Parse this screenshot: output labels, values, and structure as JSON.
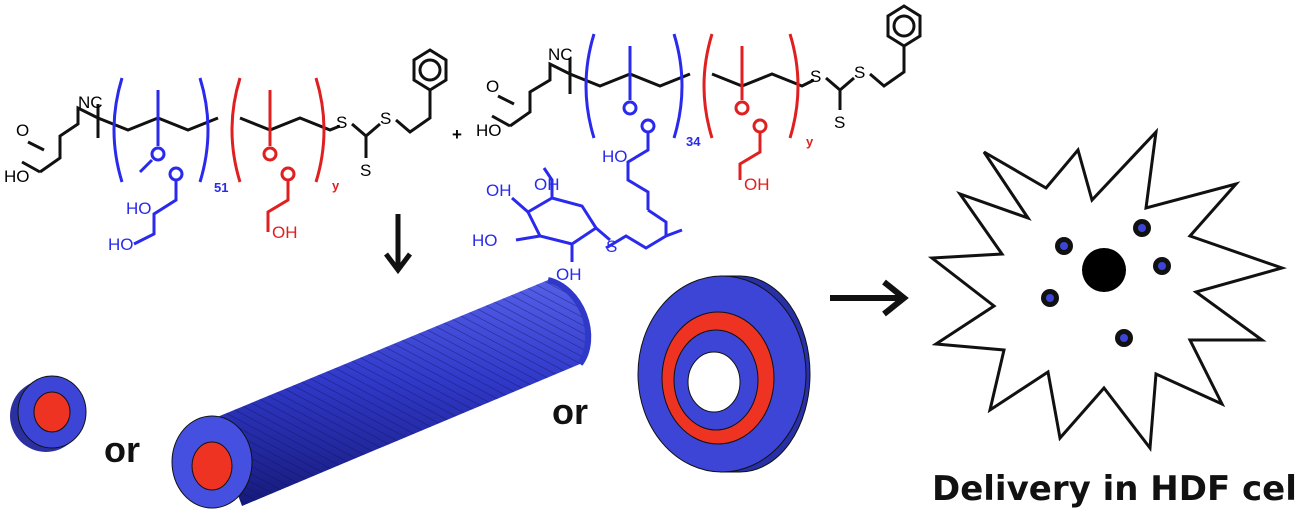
{
  "labels": {
    "cn1": "NC",
    "ho1": "HO",
    "o1": "O",
    "sub51": "51",
    "suby1": "y",
    "s1a": "S",
    "s1b": "S",
    "s1c": "S",
    "plus": "+",
    "cn2": "NC",
    "ho2": "HO",
    "o2": "O",
    "sub34": "34",
    "suby2": "y",
    "s2a": "S",
    "s2b": "S",
    "s2c": "S",
    "oh_g1": "HO",
    "oh_g2": "HO",
    "oh_r1": "OH",
    "oh_m2": "HO",
    "oh_r2": "OH",
    "gal_oh1": "OH",
    "gal_oh2": "OH",
    "gal_ho": "HO",
    "gal_oh3": "OH",
    "gal_s": "S"
  },
  "or_left": "or",
  "or_right": "or",
  "caption": "Delivery in HDF cells",
  "colors": {
    "blue_block": "#2a2aee",
    "red_block": "#e02020",
    "particle_blue": "#3d45d6",
    "particle_red": "#ee3322",
    "backbone": "#111111"
  }
}
